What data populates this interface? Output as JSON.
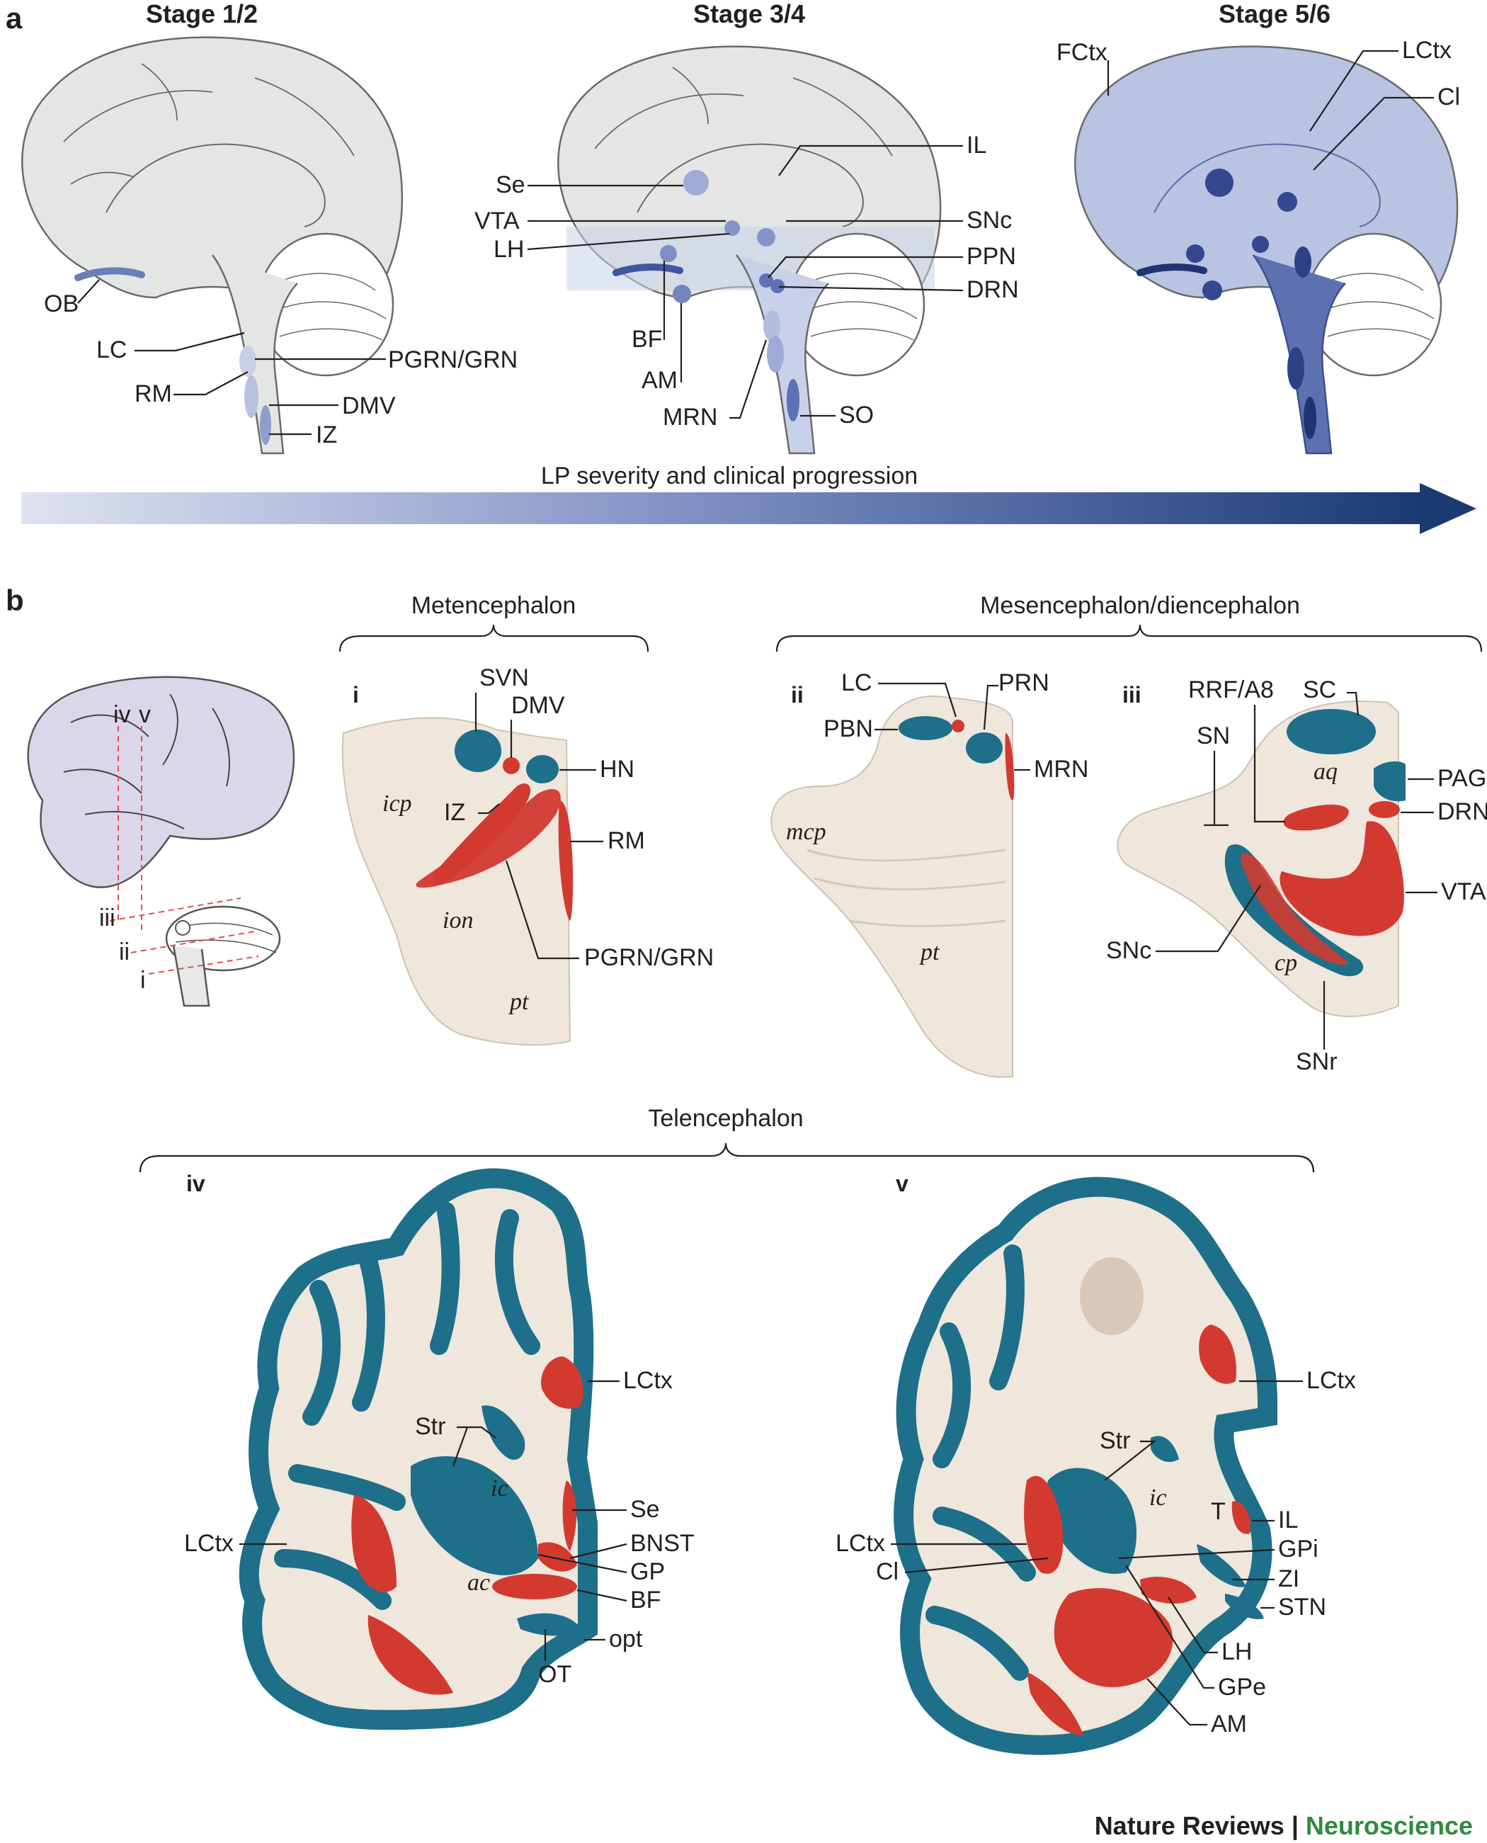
{
  "panels": {
    "a": "a",
    "b": "b"
  },
  "stages": [
    "Stage 1/2",
    "Stage 3/4",
    "Stage 5/6"
  ],
  "stage1_labels": {
    "ob": "OB",
    "lc": "LC",
    "rm": "RM",
    "pgrn": "PGRN/GRN",
    "dmv": "DMV",
    "iz": "IZ"
  },
  "stage2_labels": {
    "se": "Se",
    "vta": "VTA",
    "lh": "LH",
    "bf": "BF",
    "am": "AM",
    "mrn": "MRN",
    "il": "IL",
    "snc": "SNc",
    "ppn": "PPN",
    "drn": "DRN",
    "so": "SO"
  },
  "stage3_labels": {
    "fctx": "FCtx",
    "lctx": "LCtx",
    "cl": "Cl"
  },
  "progression": {
    "label": "LP severity and clinical progression",
    "start_color": "#dfe3f1",
    "end_color": "#1b3a72"
  },
  "sections": {
    "metencephalon": "Metencephalon",
    "mesencephalon": "Mesencephalon/diencephalon",
    "telencephalon": "Telencephalon"
  },
  "romans": {
    "i": "i",
    "ii": "ii",
    "iii": "iii",
    "iv": "iv",
    "v": "v"
  },
  "sec_i": {
    "svn": "SVN",
    "dmv": "DMV",
    "hn": "HN",
    "icp": "icp",
    "iz": "IZ",
    "rm": "RM",
    "ion": "ion",
    "pgrn": "PGRN/GRN",
    "pt": "pt"
  },
  "sec_ii": {
    "lc": "LC",
    "prn": "PRN",
    "pbn": "PBN",
    "mrn": "MRN",
    "mcp": "mcp",
    "pt": "pt"
  },
  "sec_iii": {
    "rrf": "RRF/A8",
    "sc": "SC",
    "sn": "SN",
    "aq": "aq",
    "pag": "PAG",
    "drn": "DRN",
    "vta": "VTA",
    "snc": "SNc",
    "cp": "cp",
    "snr": "SNr"
  },
  "sec_iv": {
    "lctx_r": "LCtx",
    "str": "Str",
    "ic": "ic",
    "se": "Se",
    "lctx_l": "LCtx",
    "bnst": "BNST",
    "ac": "ac",
    "gp": "GP",
    "bf": "BF",
    "opt": "opt",
    "ot": "OT"
  },
  "sec_v": {
    "lctx_r": "LCtx",
    "str": "Str",
    "ic": "ic",
    "t": "T",
    "il": "IL",
    "lctx_l": "LCtx",
    "gpi": "GPi",
    "cl": "Cl",
    "zi": "ZI",
    "stn": "STN",
    "lh": "LH",
    "gpe": "GPe",
    "am": "AM"
  },
  "credit": {
    "journal": "Nature Reviews",
    "sep": " | ",
    "field": "Neuroscience"
  },
  "colors": {
    "teal": "#1d6f8a",
    "red": "#d23a30",
    "tissue": "#efe6dc",
    "brain_grey": "#e4e6e3",
    "stain_blue": "#5f74b0"
  }
}
